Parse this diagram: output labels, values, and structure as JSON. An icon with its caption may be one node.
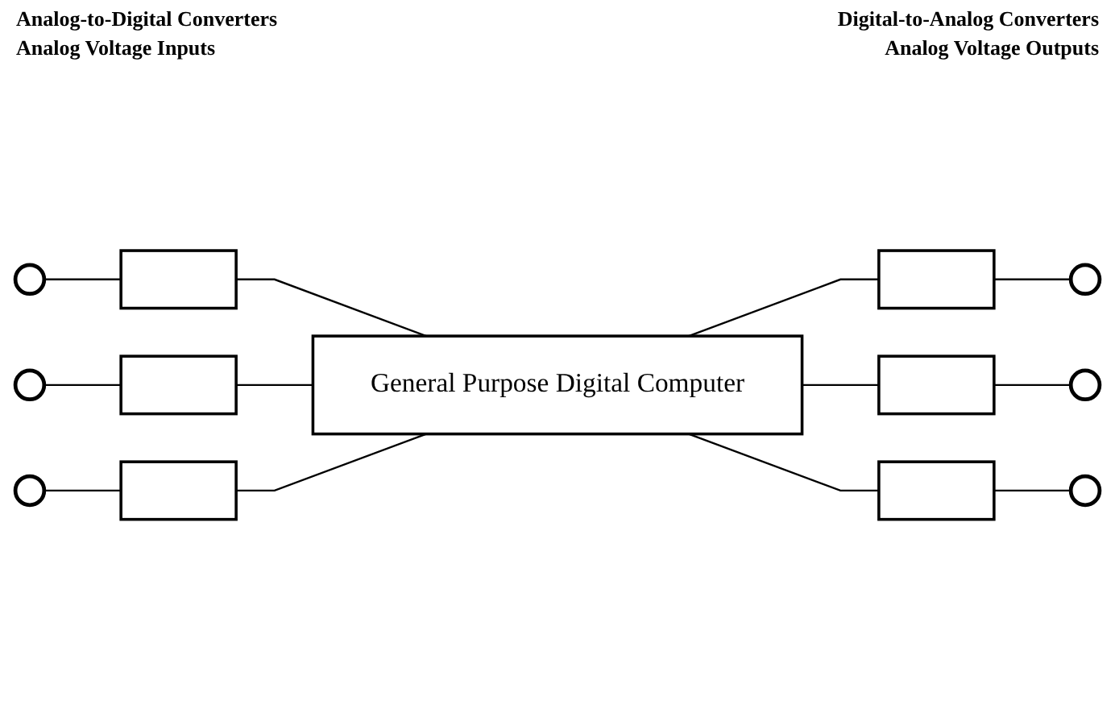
{
  "diagram": {
    "nodes": [
      {
        "text": [],
        "shape": "circle"
      },
      {
        "text": [],
        "shape": "box"
      },
      {
        "text": [
          "General Purpose Digital Computer"
        ]
      },
      {
        "text": [],
        "shape": "box"
      },
      {
        "text": [],
        "shape": "circle"
      },
      {
        "text": [],
        "shape": "circle"
      },
      {
        "text": [],
        "shape": "box"
      },
      {
        "text": [],
        "shape": "box"
      },
      {
        "text": [],
        "shape": "circle"
      },
      {
        "text": [],
        "shape": "circle"
      },
      {
        "text": [],
        "shape": "box"
      },
      {
        "text": [],
        "shape": "box"
      },
      {
        "text": [],
        "shape": "circle"
      }
    ],
    "edges": [
      {
        "from": 0,
        "to": 1,
        "arrow": "none"
      },
      {
        "from": 1,
        "to": 2,
        "arrow": "none"
      },
      {
        "from": 2,
        "to": 3,
        "arrow": "none"
      },
      {
        "from": 3,
        "to": 4,
        "arrow": "none"
      },
      {
        "from": 5,
        "to": 6,
        "arrow": "none"
      },
      {
        "from": 6,
        "to": 2,
        "arrow": "none"
      },
      {
        "from": 2,
        "to": 7,
        "arrow": "none"
      },
      {
        "from": 7,
        "to": 8,
        "arrow": "none"
      },
      {
        "from": 9,
        "to": 10,
        "arrow": "none"
      },
      {
        "from": 10,
        "to": 2,
        "arrow": "none"
      },
      {
        "from": 2,
        "to": 11,
        "arrow": "none"
      },
      {
        "from": 11,
        "to": 12,
        "arrow": "none"
      }
    ],
    "labels": [
      "Analog-to-Digital Converters",
      "Analog Voltage Inputs",
      "Digital-to-Analog Converters",
      "Analog Voltage Outputs"
    ]
  }
}
